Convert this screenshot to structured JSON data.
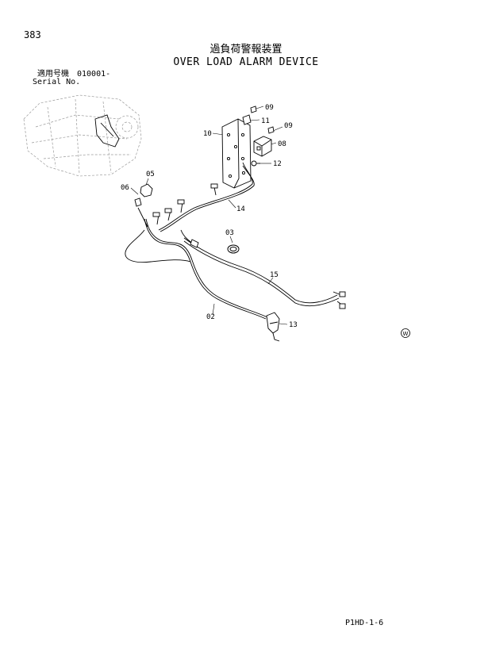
{
  "header": {
    "page_number": "383",
    "title_jp": "過負荷警報装置",
    "title_en": "OVER LOAD ALARM DEVICE",
    "serial_label_jp": "適用号機",
    "serial_value": "010001-",
    "serial_label_en": "Serial No."
  },
  "callouts": {
    "c09a": "09",
    "c11": "11",
    "c09b": "09",
    "c10": "10",
    "c08": "08",
    "c12": "12",
    "c05": "05",
    "c06": "06",
    "c14": "14",
    "c03": "03",
    "c15": "15",
    "c02": "02",
    "c13": "13"
  },
  "symbols": {
    "w_mark": "W"
  },
  "footer": {
    "code": "P1HD-1-6"
  }
}
